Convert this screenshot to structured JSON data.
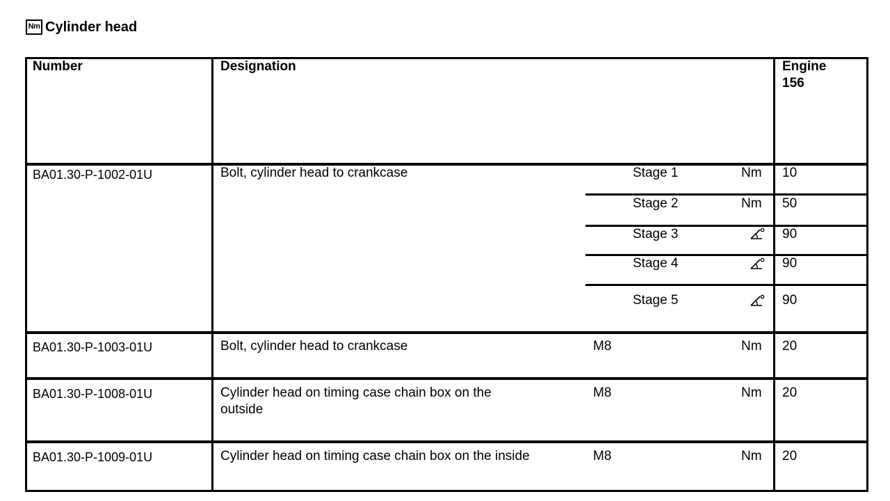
{
  "section": {
    "icon_label": "Nm",
    "title": "Cylinder head"
  },
  "table": {
    "headers": {
      "number": "Number",
      "designation": "Designation",
      "engine_line1": "Engine",
      "engine_line2": "156"
    },
    "rows": [
      {
        "number": "BA01.30-P-1002-01U",
        "designation": "Bolt, cylinder head to crankcase",
        "stages": [
          {
            "label": "Stage 1",
            "unit": "Nm",
            "unit_icon": "",
            "value": "10"
          },
          {
            "label": "Stage 2",
            "unit": "Nm",
            "unit_icon": "",
            "value": "50"
          },
          {
            "label": "Stage 3",
            "unit": "",
            "unit_icon": "angle-degree-icon",
            "value": "90"
          },
          {
            "label": "Stage 4",
            "unit": "",
            "unit_icon": "angle-degree-icon",
            "value": "90"
          },
          {
            "label": "Stage 5",
            "unit": "",
            "unit_icon": "angle-degree-icon",
            "value": "90"
          }
        ]
      },
      {
        "number": "BA01.30-P-1003-01U",
        "designation": "Bolt, cylinder head to crankcase",
        "thread": "M8",
        "unit": "Nm",
        "value": "20"
      },
      {
        "number": "BA01.30-P-1008-01U",
        "designation_line1": "Cylinder head on timing case chain box on the",
        "designation_line2": "outside",
        "thread": "M8",
        "unit": "Nm",
        "value": "20"
      },
      {
        "number": "BA01.30-P-1009-01U",
        "designation": "Cylinder head on timing case chain box on the inside",
        "thread": "M8",
        "unit": "Nm",
        "value": "20"
      }
    ]
  }
}
